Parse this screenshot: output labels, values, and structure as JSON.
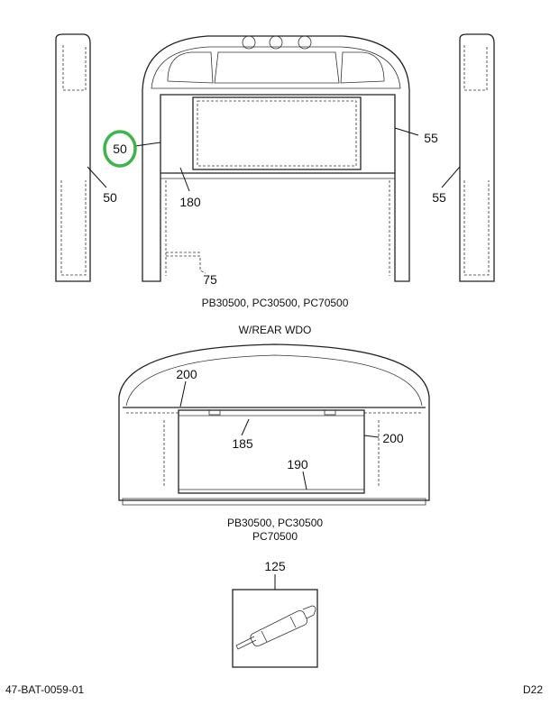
{
  "diagram": {
    "callouts": {
      "c50_top": "50",
      "c50_bottom": "50",
      "c55_top": "55",
      "c55_bottom": "55",
      "c180": "180",
      "c75": "75",
      "c200_left": "200",
      "c200_right": "200",
      "c185": "185",
      "c190": "190",
      "c125": "125"
    },
    "captions": {
      "top_view": "PB30500, PC30500, PC70500",
      "rear_heading": "W/REAR WDO",
      "rear_view_line1": "PB30500, PC30500",
      "rear_view_line2": "PC70500"
    },
    "footer": {
      "doc_id": "47-BAT-0059-01",
      "page_ref": "D22"
    },
    "highlight_color": "#3cb54a"
  }
}
